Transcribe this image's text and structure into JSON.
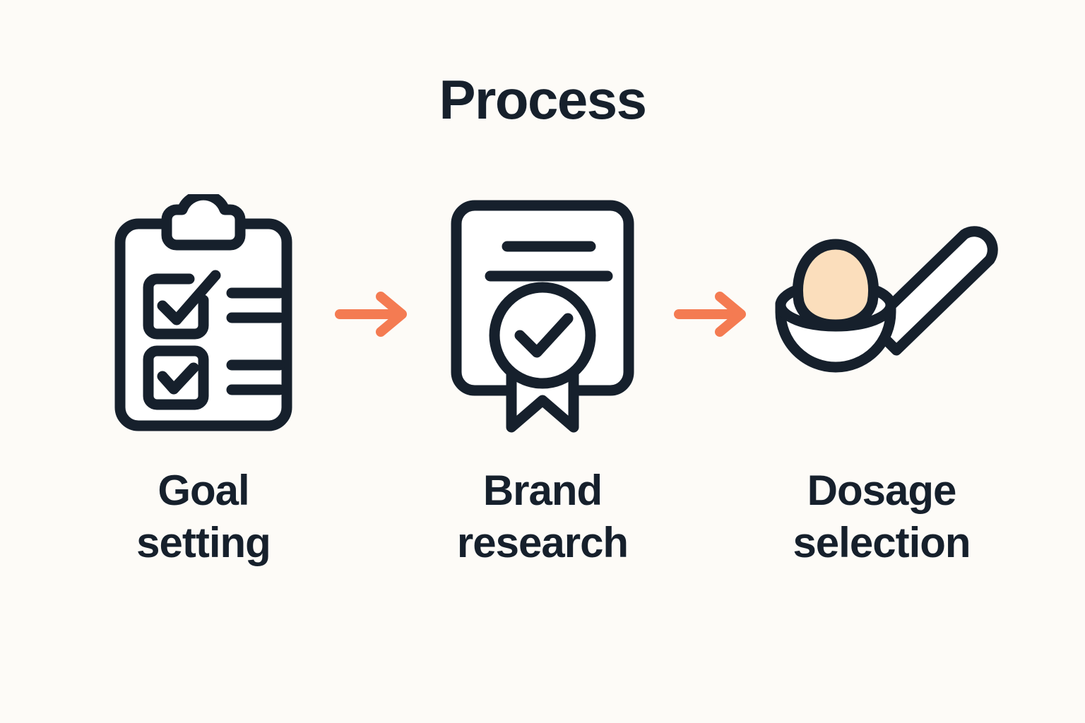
{
  "theme": {
    "background": "#FDFBF7",
    "ink": "#16202C",
    "accent": "#F47B52",
    "powder": "#FBDEBC",
    "surface": "#FFFFFF"
  },
  "header": {
    "title": "Process"
  },
  "diagram": {
    "type": "process-flow",
    "orientation": "horizontal",
    "step_count": 3,
    "connector": "arrow-right",
    "steps": [
      {
        "index": 1,
        "label": "Goal\nsetting",
        "label_line1": "Goal",
        "label_line2": "setting",
        "icon": "clipboard-checklist-icon",
        "icon_description": "clipboard with two checked checkboxes and list lines"
      },
      {
        "index": 2,
        "label": "Brand\nresearch",
        "label_line1": "Brand",
        "label_line2": "research",
        "icon": "certificate-badge-icon",
        "icon_description": "certificate document with award seal and ribbon"
      },
      {
        "index": 3,
        "label": "Dosage\nselection",
        "label_line1": "Dosage",
        "label_line2": "selection",
        "icon": "measuring-scoop-icon",
        "icon_description": "measuring scoop with heaped powder"
      }
    ],
    "connectors": [
      {
        "index": 1,
        "icon": "arrow-right-icon",
        "from_step": 1,
        "to_step": 2
      },
      {
        "index": 2,
        "icon": "arrow-right-icon",
        "from_step": 2,
        "to_step": 3
      }
    ]
  }
}
